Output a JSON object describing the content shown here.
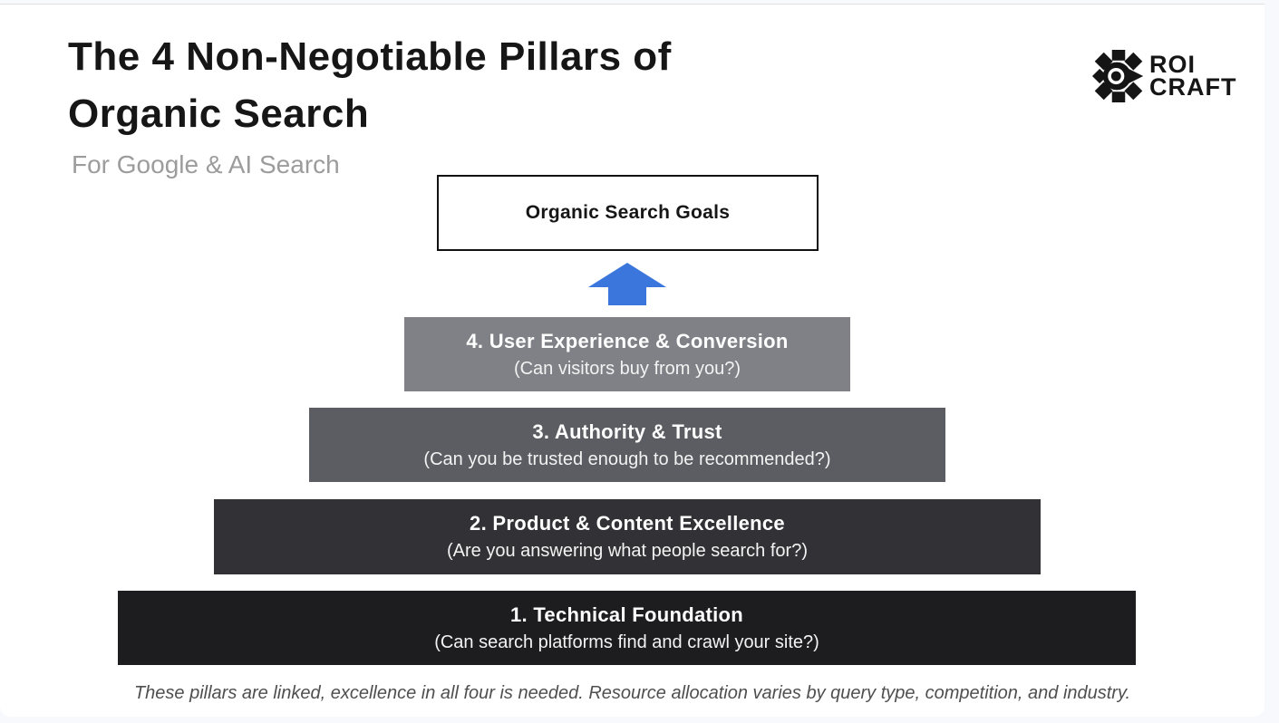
{
  "page": {
    "title_line1": "The 4 Non-Negotiable Pillars of",
    "title_line2": "Organic Search",
    "subtitle": "For Google & AI Search",
    "footer_note": "These pillars are linked, excellence in all four is needed. Resource allocation varies by query type, competition, and industry."
  },
  "logo": {
    "icon": "gear-eye-icon",
    "line1": "ROI",
    "line2": "CRAFT"
  },
  "diagram": {
    "goal_box": {
      "label": "Organic Search Goals"
    },
    "arrow": {
      "icon": "up-arrow",
      "color": "#3b76dd"
    },
    "pillars": [
      {
        "level": 4,
        "title": "4. User Experience & Conversion",
        "question": "(Can visitors buy from you?)",
        "color": "#808186"
      },
      {
        "level": 3,
        "title": "3. Authority & Trust",
        "question": "(Can you be trusted enough to be recommended?)",
        "color": "#5c5d62"
      },
      {
        "level": 2,
        "title": "2. Product & Content Excellence",
        "question": "(Are you answering what people search for?)",
        "color": "#323236"
      },
      {
        "level": 1,
        "title": "1. Technical Foundation",
        "question": "(Can search platforms find and crawl your site?)",
        "color": "#1d1d1f"
      }
    ]
  },
  "colors": {
    "background": "#f8f9fc",
    "card": "#ffffff",
    "title_text": "#161616",
    "subtitle_text": "#9c9c9c",
    "footer_text": "#4f4f4f",
    "arrow_blue": "#3b76dd"
  }
}
